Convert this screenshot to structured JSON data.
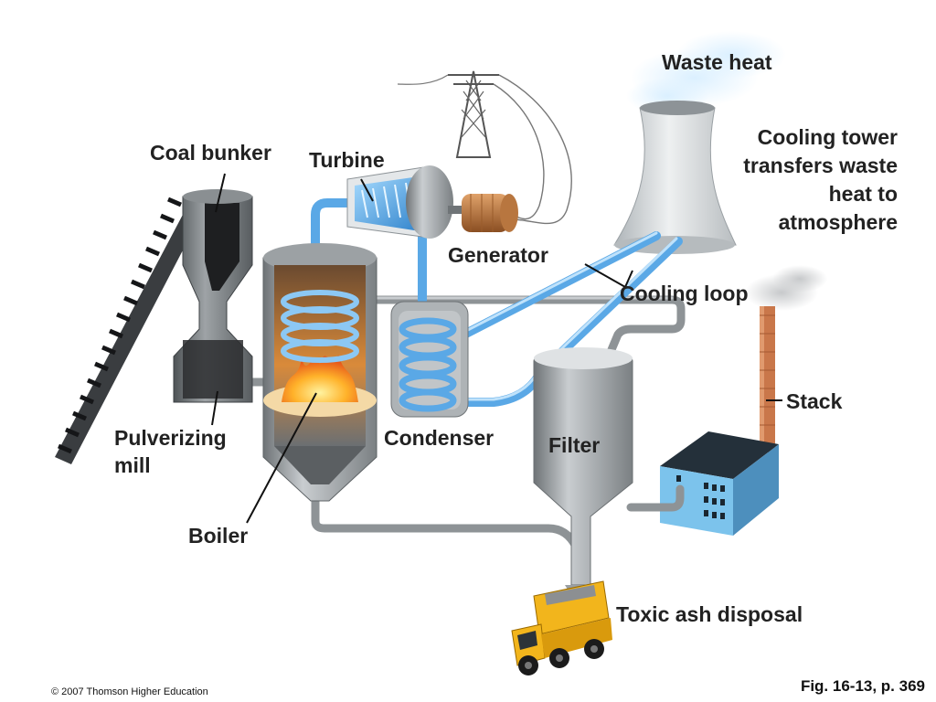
{
  "labels": {
    "waste_heat": "Waste heat",
    "cooling_tower": [
      "Cooling tower",
      "transfers waste",
      "heat to",
      "atmosphere"
    ],
    "coal_bunker": "Coal bunker",
    "turbine": "Turbine",
    "generator": "Generator",
    "cooling_loop": "Cooling loop",
    "stack": "Stack",
    "pulverizing_mill": [
      "Pulverizing",
      "mill"
    ],
    "condenser": "Condenser",
    "filter": "Filter",
    "boiler": "Boiler",
    "toxic_ash_disposal": "Toxic ash disposal"
  },
  "footer": {
    "copyright": "© 2007 Thomson Higher Education",
    "figure_ref": "Fig. 16-13, p. 369"
  },
  "colors": {
    "water_pipe": "#5aa8e6",
    "flue_pipe": "#8e9396",
    "flame": "#ff9a1f",
    "tower": "#d7dcdf",
    "building": "#7cc3ec",
    "truck": "#f2b51c",
    "stack": "#c9774a"
  }
}
